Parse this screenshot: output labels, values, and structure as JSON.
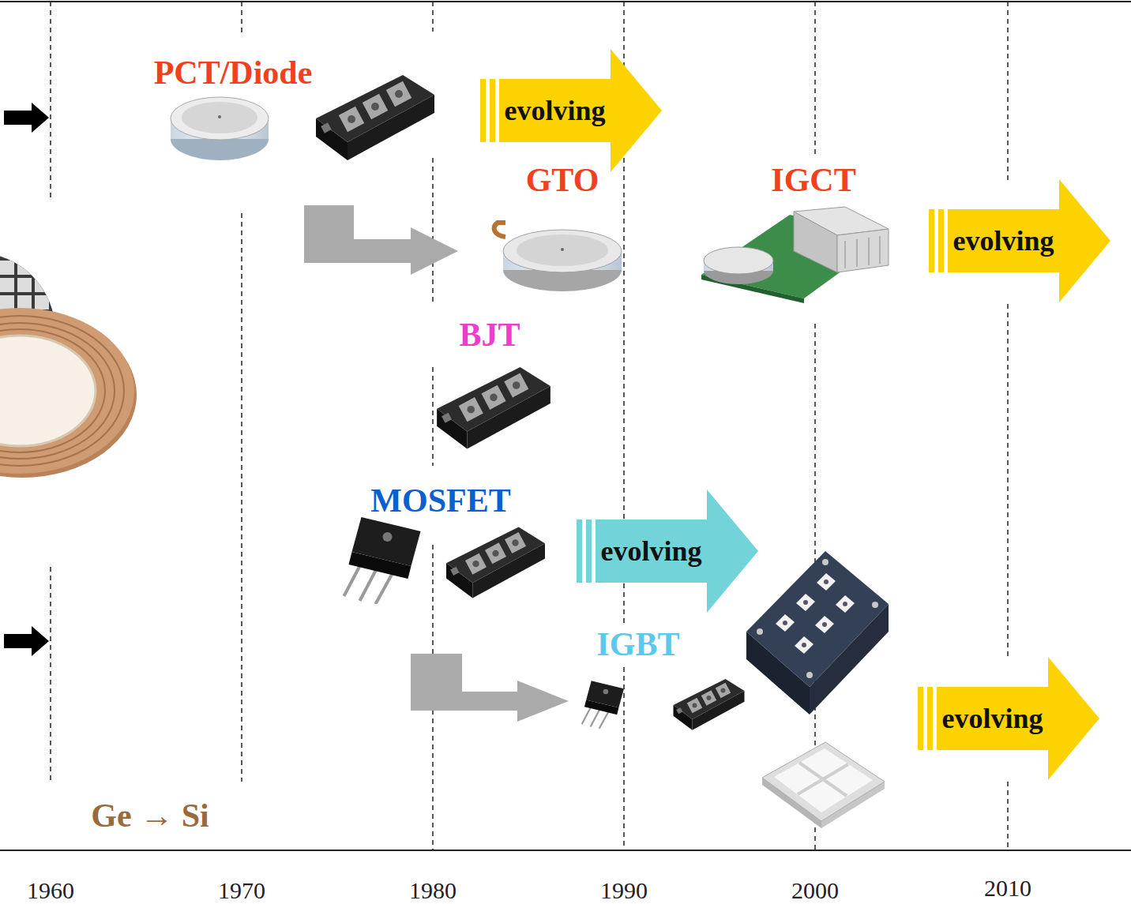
{
  "diagram": {
    "nodes": [
      {
        "text": [
          "evolving"
        ]
      },
      {
        "text": [
          "evolving"
        ]
      },
      {
        "text": [
          "evolving"
        ]
      },
      {
        "text": [
          "evolving"
        ]
      }
    ],
    "labels": [
      "PCT/Diode",
      "GTO",
      "IGCT",
      "BJT",
      "MOSFET",
      "IGBT",
      "Ge → Si",
      "1960",
      "1970",
      "1980",
      "1990",
      "2000",
      "2010"
    ]
  }
}
